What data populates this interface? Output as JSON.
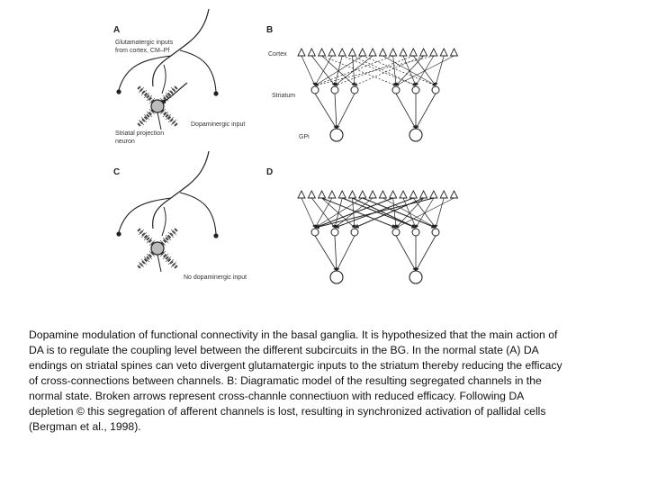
{
  "panels": {
    "a": {
      "letter": "A",
      "inputs_label": "Glutamatergic inputs\nfrom cortex, CM–Pf",
      "da_label": "Dopaminergic input",
      "neuron_label": "Striatal projection\nneuron"
    },
    "b": {
      "letter": "B",
      "cortex_label": "Cortex",
      "striatum_label": "Striatum",
      "gpi_label": "GPi"
    },
    "c": {
      "letter": "C",
      "da_label": "No dopaminergic input"
    },
    "d": {
      "letter": "D"
    }
  },
  "caption": "Dopamine modulation of functional connectivity in the basal ganglia. It is hypothesized that the main action of DA is to regulate the coupling level between the different subcircuits in the BG. In the normal state (A) DA endings on striatal spines can veto divergent glutamatergic inputs to the striatum thereby reducing the efficacy of cross-connections between channels. B: Diagramatic model of the resulting segregated channels in the normal state. Broken arrows represent cross-channle connectiuon with reduced efficacy. Following DA depletion © this segregation of afferent channels is lost, resulting in synchronized activation of pallidal cells (Bergman et al., 1998)."
}
